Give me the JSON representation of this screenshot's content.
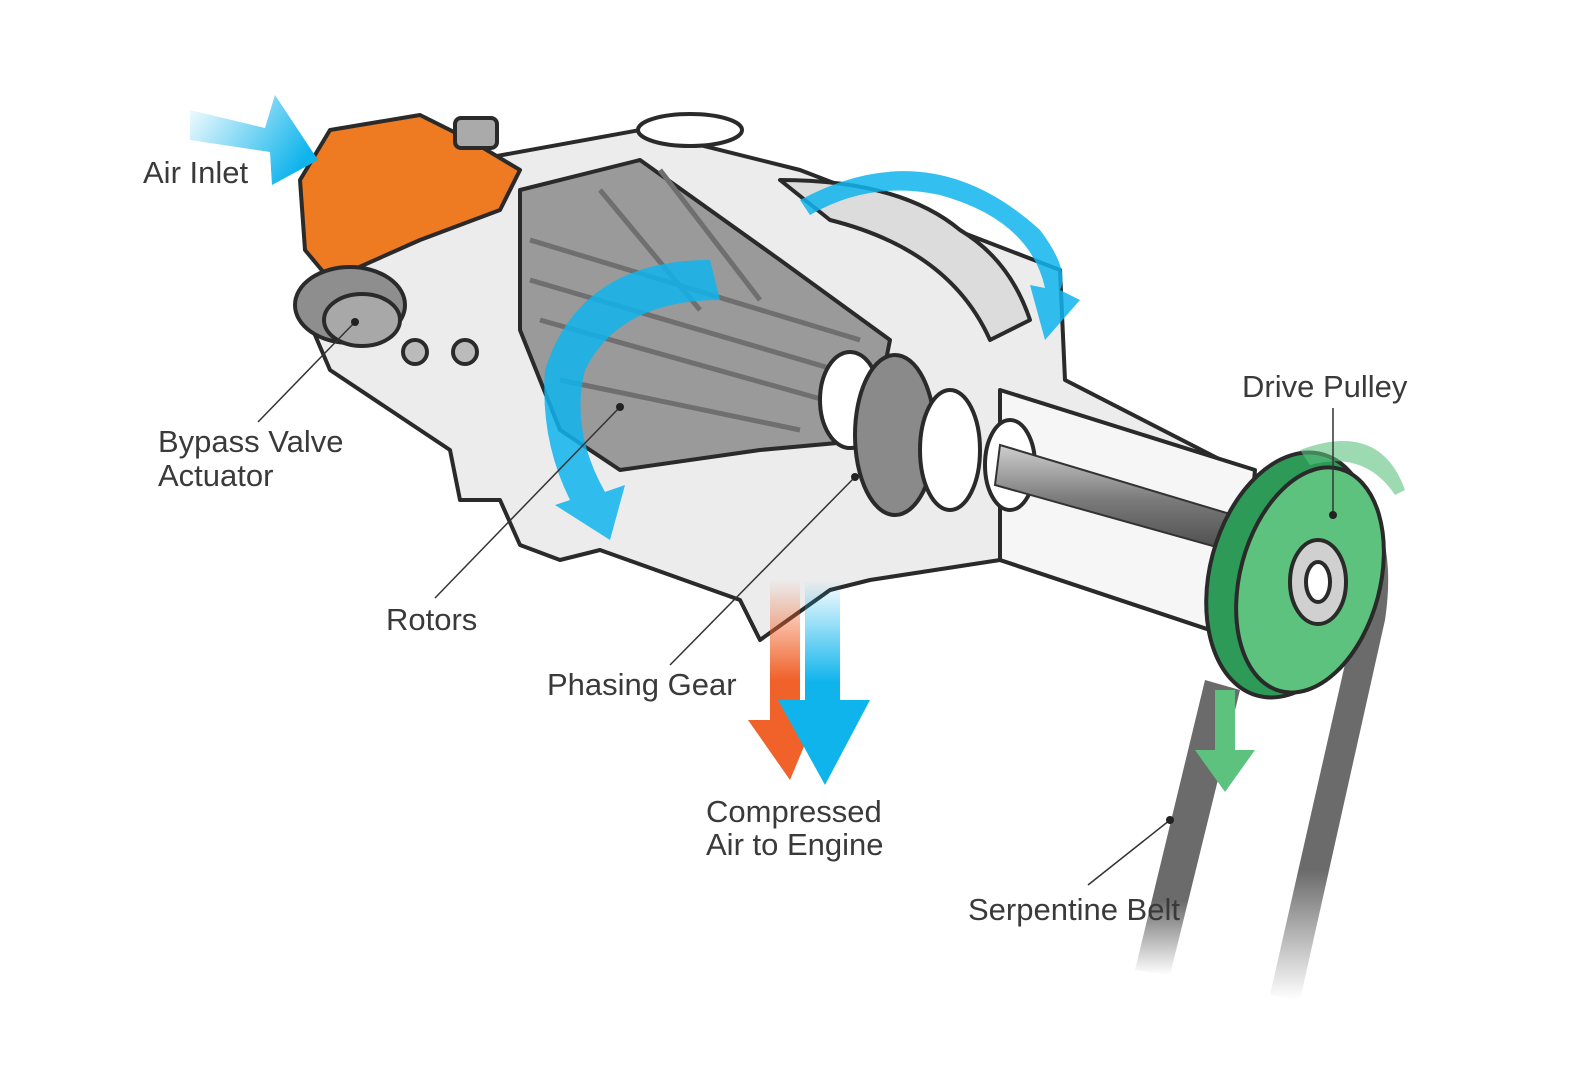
{
  "title": "Supercharger diagram",
  "labels": {
    "air_inlet": "Air Inlet",
    "bypass_valve_line1": "Bypass Valve",
    "bypass_valve_line2": "Actuator",
    "rotors": "Rotors",
    "phasing_gear": "Phasing Gear",
    "compressed_line1": "Compressed",
    "compressed_line2": "Air to Engine",
    "drive_pulley": "Drive Pulley",
    "serpentine_belt": "Serpentine Belt"
  },
  "colors": {
    "air_flow": "#0fb4ec",
    "hot_air": "#f0622a",
    "inlet_housing": "#ee7a22",
    "pulley": "#2e9a57",
    "pulley_arrow": "#5cc27e",
    "housing": "#eeeeee",
    "rotor": "#9a9a9a",
    "belt": "#6b6b6b"
  }
}
